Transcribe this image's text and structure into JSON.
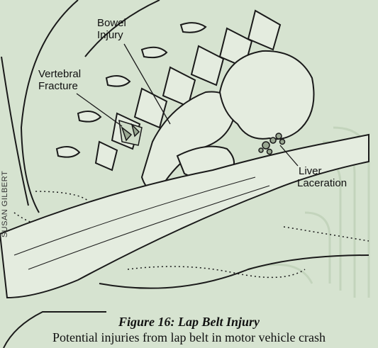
{
  "labels": {
    "bowel": [
      "Bowel",
      "Injury"
    ],
    "vertebral": [
      "Vertebral",
      "Fracture"
    ],
    "liver": [
      "Liver",
      "Laceration"
    ]
  },
  "credit": "SUSAN GILBERT",
  "caption": {
    "title": "Figure 16: Lap Belt Injury",
    "subtitle": "Potential injuries from lap belt in motor vehicle crash"
  },
  "colors": {
    "background": "#d6e3d0",
    "line": "#1a1a1a",
    "fill": "#e4ecdf"
  }
}
